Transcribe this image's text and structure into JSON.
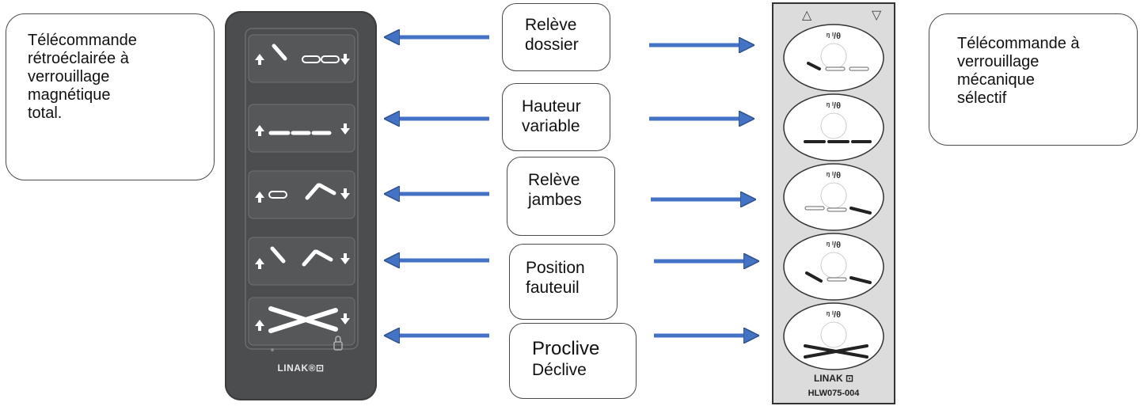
{
  "left_note": {
    "lines": [
      "Télécommande",
      "rétroéclairée à",
      "verrouillage",
      "magnétique",
      "total."
    ]
  },
  "right_note": {
    "lines": [
      "Télécommande à",
      "verrouillage",
      "mécanique",
      "sélectif"
    ]
  },
  "functions": [
    {
      "lines": [
        "Relève",
        "dossier"
      ]
    },
    {
      "lines": [
        "Hauteur",
        "variable"
      ]
    },
    {
      "lines": [
        "Relève",
        "jambes"
      ]
    },
    {
      "lines": [
        "Position",
        "fauteuil"
      ]
    },
    {
      "lines": [
        "Proclive",
        "Déclive"
      ]
    }
  ],
  "left_remote": {
    "brand": "LINAK®⊡"
  },
  "right_remote": {
    "brand": "LINAK ⊡",
    "model": "HLW075-004",
    "top_symbols": [
      "△",
      "▽"
    ],
    "lock_symbol": "ᵑ ⁱ/θ"
  },
  "colors": {
    "arrow": "#4472c4",
    "arrow_outline": "#2f528f",
    "dark_remote": "#4b4d4f"
  }
}
